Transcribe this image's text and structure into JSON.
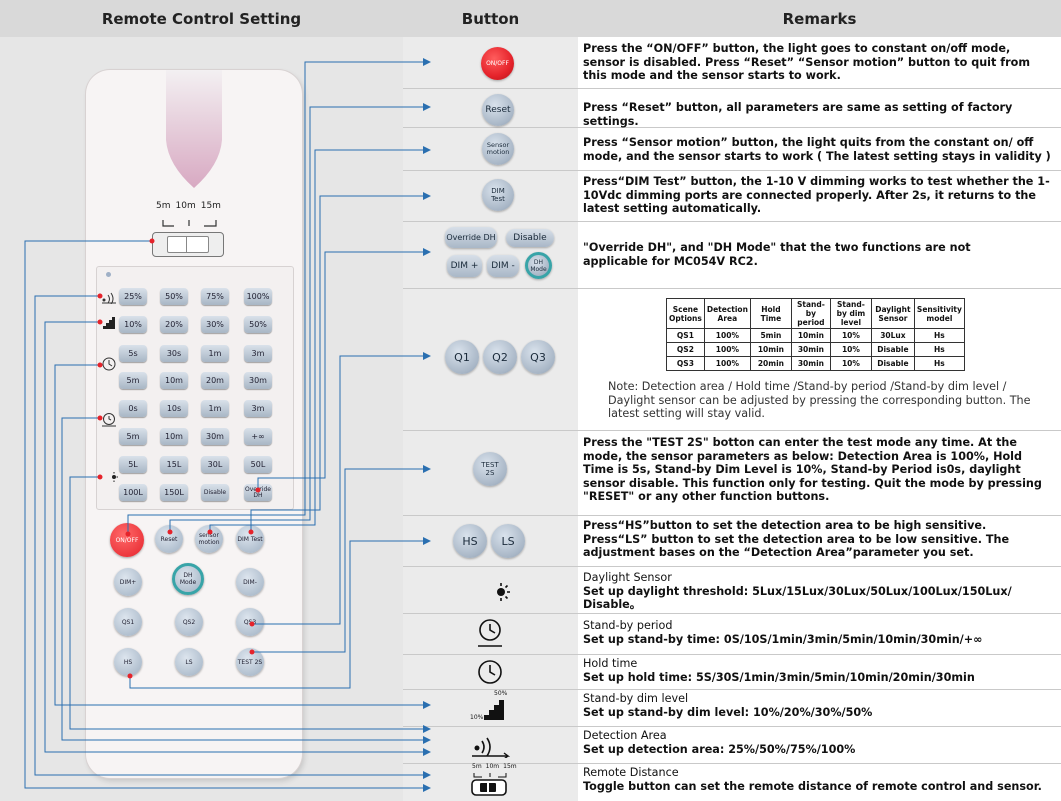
{
  "headers": {
    "col1": "Remote Control Setting",
    "col2": "Button",
    "col3": "Remarks"
  },
  "remote": {
    "distance_labels": [
      "5m",
      "10m",
      "15m"
    ],
    "rows": [
      [
        "25%",
        "50%",
        "75%",
        "100%"
      ],
      [
        "10%",
        "20%",
        "30%",
        "50%"
      ],
      [
        "5s",
        "30s",
        "1m",
        "3m"
      ],
      [
        "5m",
        "10m",
        "20m",
        "30m"
      ],
      [
        "0s",
        "10s",
        "1m",
        "3m"
      ],
      [
        "5m",
        "10m",
        "30m",
        "+∞"
      ],
      [
        "5L",
        "15L",
        "30L",
        "50L"
      ],
      [
        "100L",
        "150L",
        "Disable",
        "Override DH"
      ]
    ],
    "round_row1": [
      "ON/OFF",
      "Reset",
      "sensor motion",
      "DIM Test"
    ],
    "round_row2": [
      "DIM+",
      "DH Mode",
      "DIM-"
    ],
    "round_row3": [
      "QS1",
      "QS2",
      "QS3"
    ],
    "round_row4": [
      "HS",
      "LS",
      "TEST 2S"
    ]
  },
  "buttons": {
    "onoff": "ON/OFF",
    "reset": "Reset",
    "sensor_motion": "Sensor motion",
    "dim_test": "DIM Test",
    "override_dh": "Override DH",
    "disable": "Disable",
    "dim_plus": "DIM +",
    "dim_minus": "DIM -",
    "dh_mode": "DH Mode",
    "q1": "Q1",
    "q2": "Q2",
    "q3": "Q3",
    "test2s": "TEST 2S",
    "hs": "HS",
    "ls": "LS",
    "dim_icon_top": "50%",
    "dim_icon_bottom": "10%",
    "distance_icon": [
      "5m",
      "10m",
      "15m"
    ]
  },
  "remarks": {
    "onoff": "Press the “ON/OFF” button, the light goes to constant on/off mode, sensor is disabled. Press “Reset” “Sensor motion” button to quit from this mode and the sensor starts to work.",
    "reset": "Press “Reset” button, all parameters are same as setting of factory settings.",
    "sensor_motion": "Press “Sensor motion” button, the light quits from the constant on/ off mode, and the sensor starts to work ( The latest setting stays in validity )",
    "dim_test": "Press“DIM Test” button, the 1-10 V dimming works to test whether the 1-10Vdc dimming ports are connected properly. After 2s, it returns to the latest setting automatically.",
    "override": "\"Override DH\", and \"DH Mode\" that the two functions are not applicable for MC054V RC2.",
    "scene_note": "Note: Detection area / Hold time /Stand-by period /Stand-by dim level / Daylight sensor can be adjusted by pressing the corresponding button. The latest setting will stay valid.",
    "test": "Press the \"TEST 2S\" botton can enter the test mode any time. At the mode, the sensor parameters as below: Detection Area is 100%, Hold Time is 5s, Stand-by Dim Level is 10%, Stand-by Period is0s, daylight sensor disable. This function only for testing. Quit the mode by pressing \"RESET\" or any other function buttons.",
    "hsls": "Press“HS”button to set the detection area to be high sensitive. Press“LS” button to set the detection area to be low sensitive. The adjustment bases on the “Detection Area”parameter you set.",
    "daylight_title": "Daylight Sensor",
    "daylight_body": "Set up daylight threshold: 5Lux/15Lux/30Lux/50Lux/100Lux/150Lux/ Disable。",
    "standby_title": "Stand-by period",
    "standby_body": "Set up stand-by time:  0S/10S/1min/3min/5min/10min/30min/+∞",
    "hold_title": "Hold time",
    "hold_body": "Set up hold time: 5S/30S/1min/3min/5min/10min/20min/30min",
    "dimlevel_title": "Stand-by dim level",
    "dimlevel_body": "Set up stand-by dim level: 10%/20%/30%/50%",
    "detection_title": "Detection Area",
    "detection_body": "Set up detection area: 25%/50%/75%/100%",
    "distance_title": "Remote Distance",
    "distance_body": "Toggle button can set the remote distance of remote control and sensor."
  },
  "scene_table": {
    "headers": [
      "Scene Options",
      "Detection Area",
      "Hold Time",
      "Stand-by period",
      "Stand-by dim level",
      "Daylight Sensor",
      "Sensitivity model"
    ],
    "rows": [
      [
        "QS1",
        "100%",
        "5min",
        "10min",
        "10%",
        "30Lux",
        "Hs"
      ],
      [
        "QS2",
        "100%",
        "10min",
        "30min",
        "10%",
        "Disable",
        "Hs"
      ],
      [
        "QS3",
        "100%",
        "20min",
        "30min",
        "10%",
        "Disable",
        "Hs"
      ]
    ]
  },
  "colors": {
    "header_bg": "#d9d9d9",
    "arrow": "#2a6fb0",
    "onoff_red": "#e5232b",
    "dh_ring": "#38a4a8"
  }
}
